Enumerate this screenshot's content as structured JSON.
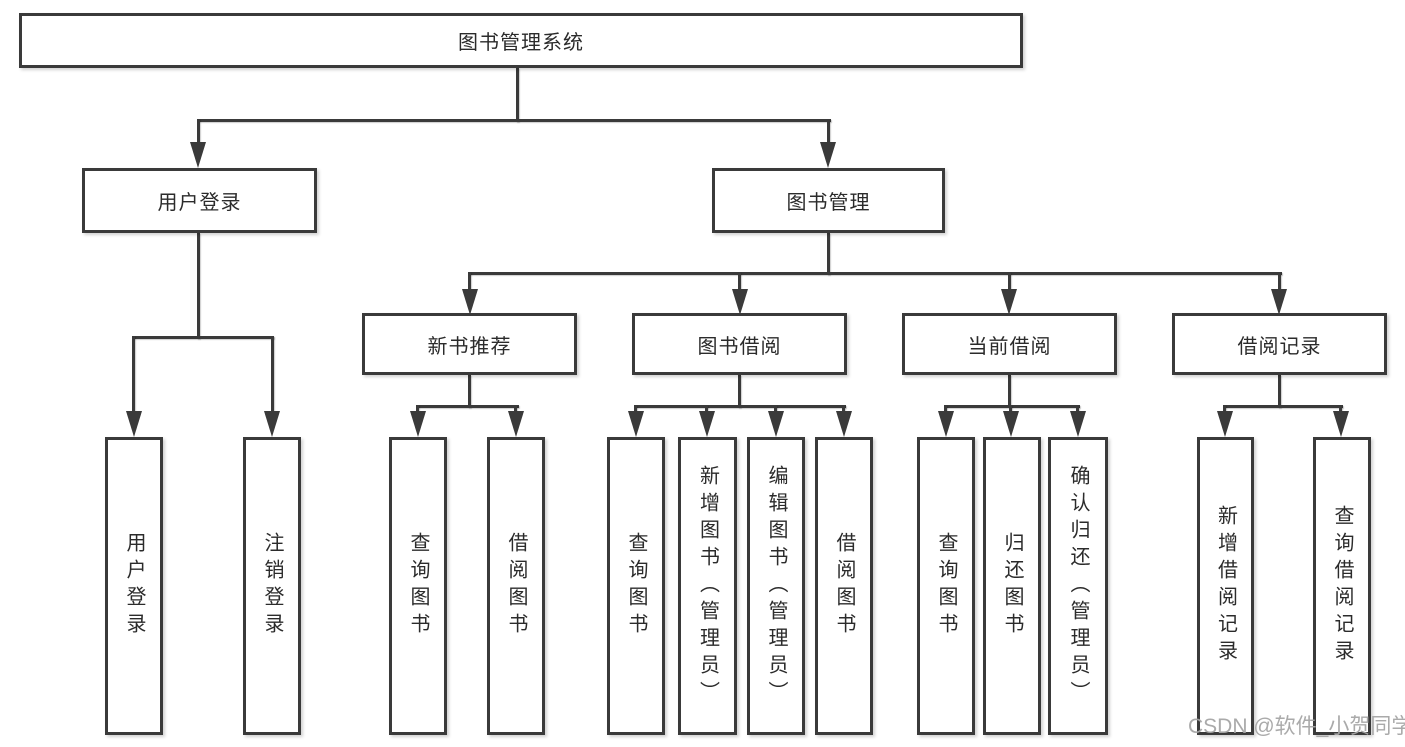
{
  "diagram": {
    "type": "hierarchy",
    "nodes": {
      "root": "图书管理系统",
      "user_login": "用户登录",
      "book_mgmt": "图书管理",
      "new_book_rec": "新书推荐",
      "book_borrow": "图书借阅",
      "current_borrow": "当前借阅",
      "borrow_record": "借阅记录",
      "leaf_user_login": "用户登录",
      "leaf_logout": "注销登录",
      "leaf_nb_query": "查询图书",
      "leaf_nb_borrow": "借阅图书",
      "leaf_bb_query": "查询图书",
      "leaf_bb_add": "新增图书（管理员）",
      "leaf_bb_edit": "编辑图书（管理员）",
      "leaf_bb_borrow": "借阅图书",
      "leaf_cb_query": "查询图书",
      "leaf_cb_return": "归还图书",
      "leaf_cb_confirm": "确认归还（管理员）",
      "leaf_br_add": "新增借阅记录",
      "leaf_br_query": "查询借阅记录"
    },
    "edges": [
      [
        "图书管理系统",
        "用户登录"
      ],
      [
        "图书管理系统",
        "图书管理"
      ],
      [
        "用户登录",
        "用户登录(叶)"
      ],
      [
        "用户登录",
        "注销登录"
      ],
      [
        "图书管理",
        "新书推荐"
      ],
      [
        "图书管理",
        "图书借阅"
      ],
      [
        "图书管理",
        "当前借阅"
      ],
      [
        "图书管理",
        "借阅记录"
      ],
      [
        "新书推荐",
        "查询图书"
      ],
      [
        "新书推荐",
        "借阅图书"
      ],
      [
        "图书借阅",
        "查询图书"
      ],
      [
        "图书借阅",
        "新增图书（管理员）"
      ],
      [
        "图书借阅",
        "编辑图书（管理员）"
      ],
      [
        "图书借阅",
        "借阅图书"
      ],
      [
        "当前借阅",
        "查询图书"
      ],
      [
        "当前借阅",
        "归还图书"
      ],
      [
        "当前借阅",
        "确认归还（管理员）"
      ],
      [
        "借阅记录",
        "新增借阅记录"
      ],
      [
        "借阅记录",
        "查询借阅记录"
      ]
    ],
    "colors": {
      "line": "#3a3a3a",
      "text": "#2b2b2b",
      "box_fill": "#ffffff",
      "background": "#ffffff",
      "watermark": "#a5a5a5"
    }
  },
  "watermark": "CSDN @软件_小贺同学"
}
